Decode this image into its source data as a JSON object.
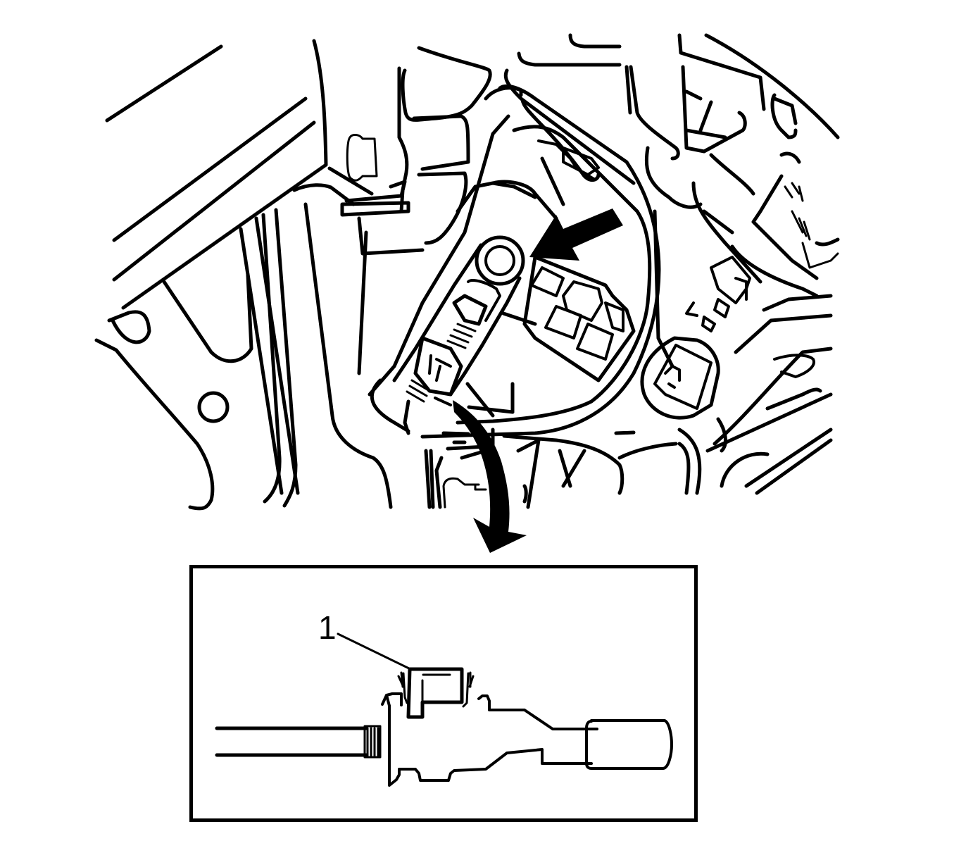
{
  "diagram": {
    "type": "service-manual-line-drawing",
    "subject": "brake pedal assembly with switch and retaining clip detail",
    "colors": {
      "line": "#000000",
      "background": "#ffffff"
    },
    "main_view": {
      "indicator_arrow": {
        "icon": "straight-arrow-icon",
        "direction": "down-left",
        "points_to": "pedal pivot area"
      },
      "transition_arrow": {
        "icon": "curved-arrow-icon",
        "direction": "down",
        "points_to": "inset detail"
      }
    },
    "inset": {
      "callouts": [
        {
          "number": "1",
          "target": "retaining clip"
        }
      ]
    }
  }
}
